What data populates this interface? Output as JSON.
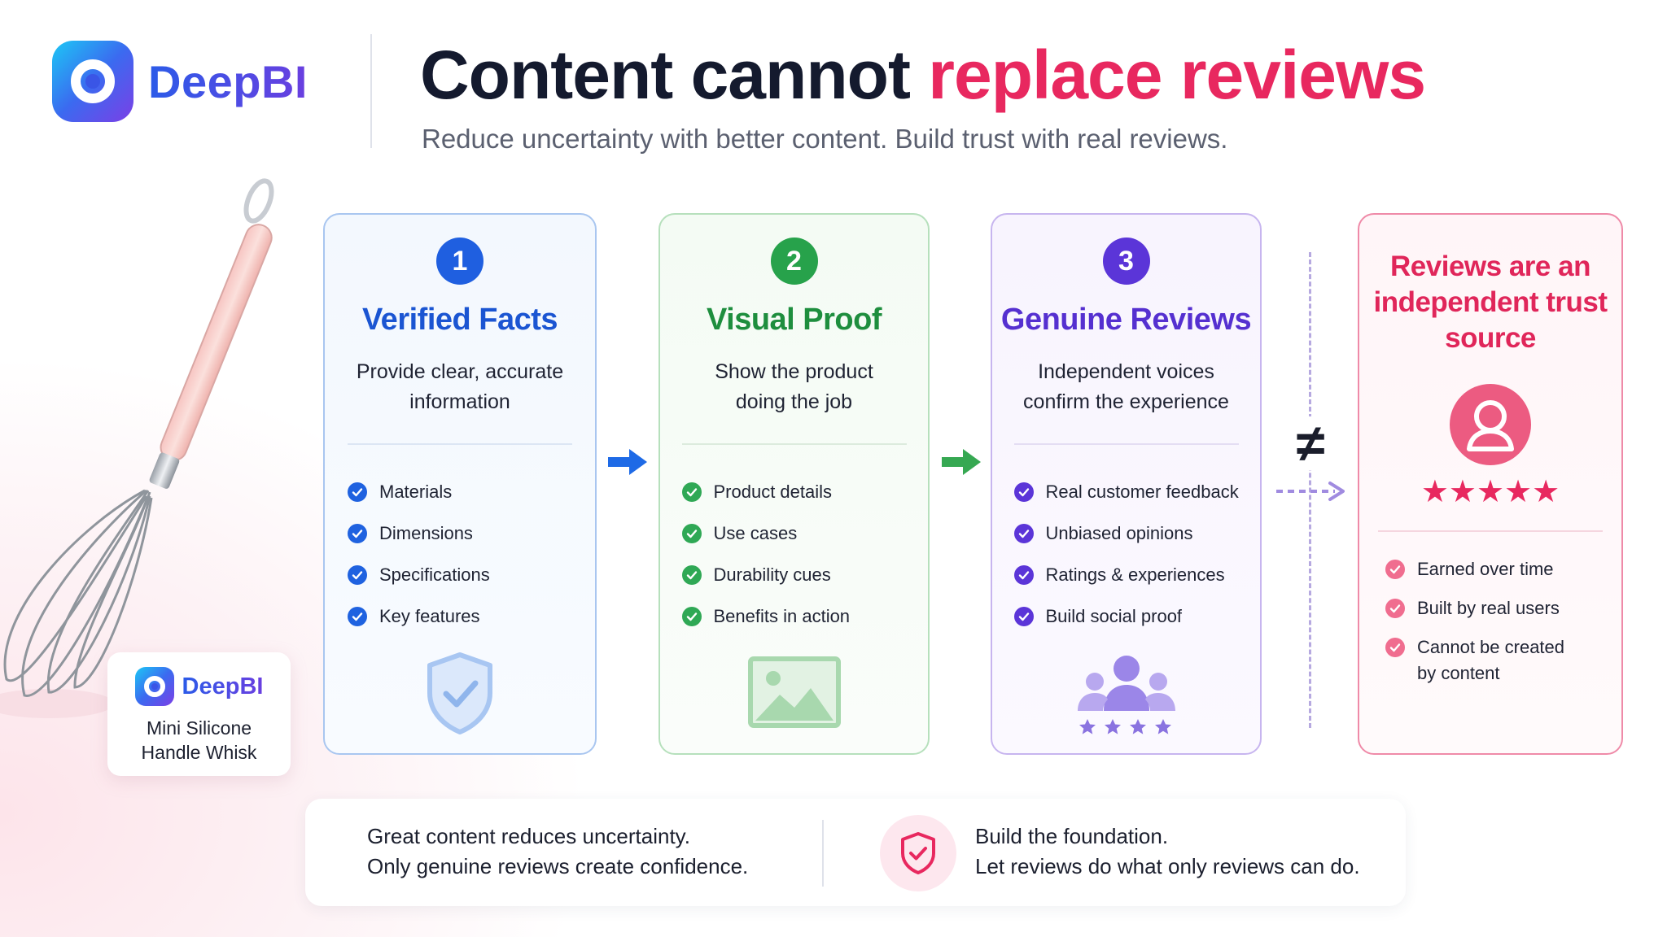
{
  "brand": {
    "name": "DeepBI"
  },
  "header": {
    "title_part1": "Content cannot ",
    "title_part2": "replace reviews",
    "subtitle": "Reduce uncertainty with better content. Build trust with real reviews."
  },
  "product": {
    "brand": "DeepBI",
    "name": "Mini Silicone\nHandle Whisk"
  },
  "cards": [
    {
      "number": "1",
      "title": "Verified Facts",
      "description": "Provide clear, accurate\ninformation",
      "items": [
        "Materials",
        "Dimensions",
        "Specifications",
        "Key features"
      ],
      "icon": "shield-check-icon",
      "color": "#1f5fe0"
    },
    {
      "number": "2",
      "title": "Visual Proof",
      "description": "Show the product\ndoing the job",
      "items": [
        "Product details",
        "Use cases",
        "Durability cues",
        "Benefits in action"
      ],
      "icon": "image-icon",
      "color": "#27a24b"
    },
    {
      "number": "3",
      "title": "Genuine Reviews",
      "description": "Independent voices\nconfirm the experience",
      "items": [
        "Real customer feedback",
        "Unbiased opinions",
        "Ratings & experiences",
        "Build social proof"
      ],
      "icon": "users-stars-icon",
      "color": "#5b35d8"
    }
  ],
  "not_equal": {
    "symbol": "≠"
  },
  "trust_card": {
    "title": "Reviews are an\nindependent trust\nsource",
    "stars": "★★★★★",
    "rating": 5,
    "items": [
      "Earned over time",
      "Built by real users",
      "Cannot be created\nby content"
    ],
    "color": "#e8285f"
  },
  "bottom": {
    "left_text": "Great content reduces uncertainty.\nOnly genuine reviews create confidence.",
    "right_text": "Build the foundation.\nLet reviews do what only reviews can do."
  }
}
